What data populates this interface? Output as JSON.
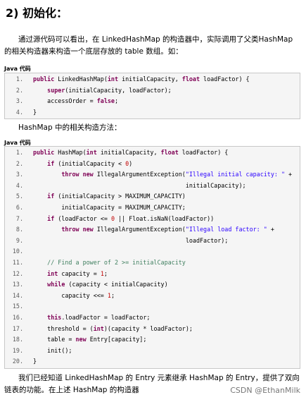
{
  "heading": "2)  初始化：",
  "paragraphs": {
    "p1": "通过源代码可以看出，在 LinkedHashMap 的构造器中，实际调用了父类HashMap 的相关构造器来构造一个底层存放的 table 数组。如：",
    "p2": "HashMap 中的相关构造方法：",
    "p3": "我们已经知道 LinkedHashMap 的 Entry 元素继承 HashMap 的 Entry，提供了双向链表的功能。在上述 HashMap 的构造器"
  },
  "code_label": "Java 代码",
  "code1": [
    {
      "n": "1.",
      "tokens": [
        {
          "t": "public ",
          "c": "kw"
        },
        {
          "t": "LinkedHashMap(",
          "c": ""
        },
        {
          "t": "int ",
          "c": "kw"
        },
        {
          "t": "initialCapacity, ",
          "c": ""
        },
        {
          "t": "float ",
          "c": "kw"
        },
        {
          "t": "loadFactor) {",
          "c": ""
        }
      ]
    },
    {
      "n": "2.",
      "tokens": [
        {
          "t": "    ",
          "c": ""
        },
        {
          "t": "super",
          "c": "kw"
        },
        {
          "t": "(initialCapacity, loadFactor);",
          "c": ""
        }
      ]
    },
    {
      "n": "3.",
      "tokens": [
        {
          "t": "    accessOrder = ",
          "c": ""
        },
        {
          "t": "false",
          "c": "kw"
        },
        {
          "t": ";",
          "c": ""
        }
      ]
    },
    {
      "n": "4.",
      "tokens": [
        {
          "t": "}",
          "c": ""
        }
      ]
    }
  ],
  "code2": [
    {
      "n": "1.",
      "tokens": [
        {
          "t": "public ",
          "c": "kw"
        },
        {
          "t": "HashMap(",
          "c": ""
        },
        {
          "t": "int ",
          "c": "kw"
        },
        {
          "t": "initialCapacity, ",
          "c": ""
        },
        {
          "t": "float ",
          "c": "kw"
        },
        {
          "t": "loadFactor) {",
          "c": ""
        }
      ]
    },
    {
      "n": "2.",
      "tokens": [
        {
          "t": "    ",
          "c": ""
        },
        {
          "t": "if ",
          "c": "kw"
        },
        {
          "t": "(initialCapacity < ",
          "c": ""
        },
        {
          "t": "0",
          "c": "nm"
        },
        {
          "t": ")",
          "c": ""
        }
      ]
    },
    {
      "n": "3.",
      "tokens": [
        {
          "t": "        ",
          "c": ""
        },
        {
          "t": "throw new ",
          "c": "kw"
        },
        {
          "t": "IllegalArgumentException(",
          "c": ""
        },
        {
          "t": "\"Illegal initial capacity: \"",
          "c": "st"
        },
        {
          "t": " +",
          "c": ""
        }
      ]
    },
    {
      "n": "4.",
      "tokens": [
        {
          "t": "                                           initialCapacity);",
          "c": ""
        }
      ]
    },
    {
      "n": "5.",
      "tokens": [
        {
          "t": "    ",
          "c": ""
        },
        {
          "t": "if ",
          "c": "kw"
        },
        {
          "t": "(initialCapacity > MAXIMUM_CAPACITY)",
          "c": ""
        }
      ]
    },
    {
      "n": "6.",
      "tokens": [
        {
          "t": "        initialCapacity = MAXIMUM_CAPACITY;",
          "c": ""
        }
      ]
    },
    {
      "n": "7.",
      "tokens": [
        {
          "t": "    ",
          "c": ""
        },
        {
          "t": "if ",
          "c": "kw"
        },
        {
          "t": "(loadFactor <= ",
          "c": ""
        },
        {
          "t": "0",
          "c": "nm"
        },
        {
          "t": " || Float.isNaN(loadFactor))",
          "c": ""
        }
      ]
    },
    {
      "n": "8.",
      "tokens": [
        {
          "t": "        ",
          "c": ""
        },
        {
          "t": "throw new ",
          "c": "kw"
        },
        {
          "t": "IllegalArgumentException(",
          "c": ""
        },
        {
          "t": "\"Illegal load factor: \"",
          "c": "st"
        },
        {
          "t": " +",
          "c": ""
        }
      ]
    },
    {
      "n": "9.",
      "tokens": [
        {
          "t": "                                           loadFactor);",
          "c": ""
        }
      ]
    },
    {
      "n": "10.",
      "tokens": [
        {
          "t": "",
          "c": ""
        }
      ]
    },
    {
      "n": "11.",
      "tokens": [
        {
          "t": "    ",
          "c": ""
        },
        {
          "t": "// Find a power of 2 >= initialCapacity",
          "c": "cm"
        }
      ]
    },
    {
      "n": "12.",
      "tokens": [
        {
          "t": "    ",
          "c": ""
        },
        {
          "t": "int ",
          "c": "kw"
        },
        {
          "t": "capacity = ",
          "c": ""
        },
        {
          "t": "1",
          "c": "nm"
        },
        {
          "t": ";",
          "c": ""
        }
      ]
    },
    {
      "n": "13.",
      "tokens": [
        {
          "t": "    ",
          "c": ""
        },
        {
          "t": "while ",
          "c": "kw"
        },
        {
          "t": "(capacity < initialCapacity)",
          "c": ""
        }
      ]
    },
    {
      "n": "14.",
      "tokens": [
        {
          "t": "        capacity <<= ",
          "c": ""
        },
        {
          "t": "1",
          "c": "nm"
        },
        {
          "t": ";",
          "c": ""
        }
      ]
    },
    {
      "n": "15.",
      "tokens": [
        {
          "t": "",
          "c": ""
        }
      ]
    },
    {
      "n": "16.",
      "tokens": [
        {
          "t": "    ",
          "c": ""
        },
        {
          "t": "this",
          "c": "kw"
        },
        {
          "t": ".loadFactor = loadFactor;",
          "c": ""
        }
      ]
    },
    {
      "n": "17.",
      "tokens": [
        {
          "t": "    threshold = (",
          "c": ""
        },
        {
          "t": "int",
          "c": "kw"
        },
        {
          "t": ")(capacity * loadFactor);",
          "c": ""
        }
      ]
    },
    {
      "n": "18.",
      "tokens": [
        {
          "t": "    table = ",
          "c": ""
        },
        {
          "t": "new ",
          "c": "kw"
        },
        {
          "t": "Entry[capacity];",
          "c": ""
        }
      ]
    },
    {
      "n": "19.",
      "tokens": [
        {
          "t": "    init();",
          "c": ""
        }
      ]
    },
    {
      "n": "20.",
      "tokens": [
        {
          "t": "}",
          "c": ""
        }
      ]
    }
  ],
  "watermark": "CSDN @EthanMilk"
}
